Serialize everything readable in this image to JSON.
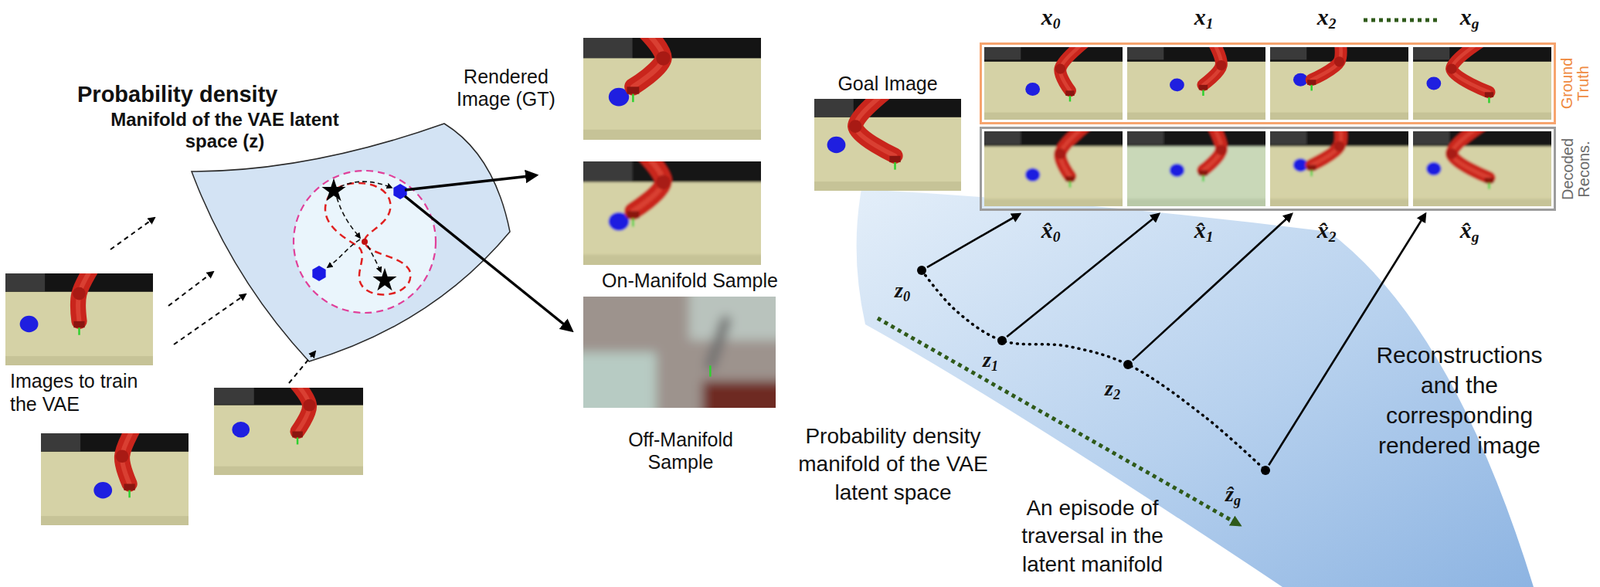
{
  "diagram": {
    "nodes": [
      {
        "text": [
          "Rendered Image (GT)"
        ]
      },
      {
        "text": [
          "On-Manifold Sample"
        ]
      },
      {
        "text": [
          "Off-Manifold Sample"
        ]
      },
      {
        "text": [
          "Goal Image"
        ]
      },
      {
        "text": [
          "Ground Truth"
        ]
      },
      {
        "text": [
          "Decoded Recons."
        ]
      }
    ],
    "labels": [
      "Probability density",
      "Manifold of the VAE latent space (z)",
      "Images to train the VAE",
      "x0",
      "x1",
      "x2",
      "xg",
      "x̂0",
      "x̂1",
      "x̂2",
      "x̂g",
      "z0",
      "z1",
      "z2",
      "ẑg",
      "Probability density manifold of the VAE latent space",
      "Reconstructions and the corresponding rendered image",
      "An episode of traversal in the latent manifold"
    ]
  }
}
